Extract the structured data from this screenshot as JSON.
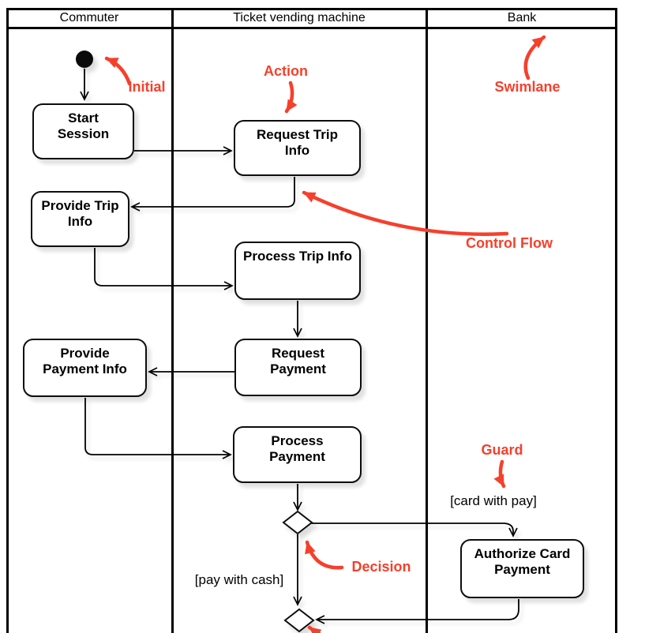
{
  "diagram_type": "uml-activity-diagram-with-swimlanes",
  "lanes": [
    {
      "label": "Commuter"
    },
    {
      "label": "Ticket vending machine"
    },
    {
      "label": "Bank"
    }
  ],
  "nodes": {
    "start_session": "Start\nSession",
    "request_trip_info": "Request Trip\nInfo",
    "provide_trip_info": "Provide Trip\nInfo",
    "process_trip_info": "Process Trip Info",
    "request_payment": "Request\nPayment",
    "provide_payment_info": "Provide\nPayment Info",
    "process_payment": "Process\nPayment",
    "authorize_card_payment": "Authorize Card\nPayment"
  },
  "guards": {
    "card_with_pay": "[card with pay]",
    "pay_with_cash": "[pay with cash]"
  },
  "annotations": {
    "initial": "Initial",
    "action": "Action",
    "swimlane": "Swimlane",
    "control_flow": "Control Flow",
    "guard": "Guard",
    "decision": "Decision"
  },
  "colors": {
    "annotation_red": "#f5402c",
    "line_black": "#000000",
    "node_fill": "#ffffff",
    "node_border": "#0d0d0d"
  }
}
